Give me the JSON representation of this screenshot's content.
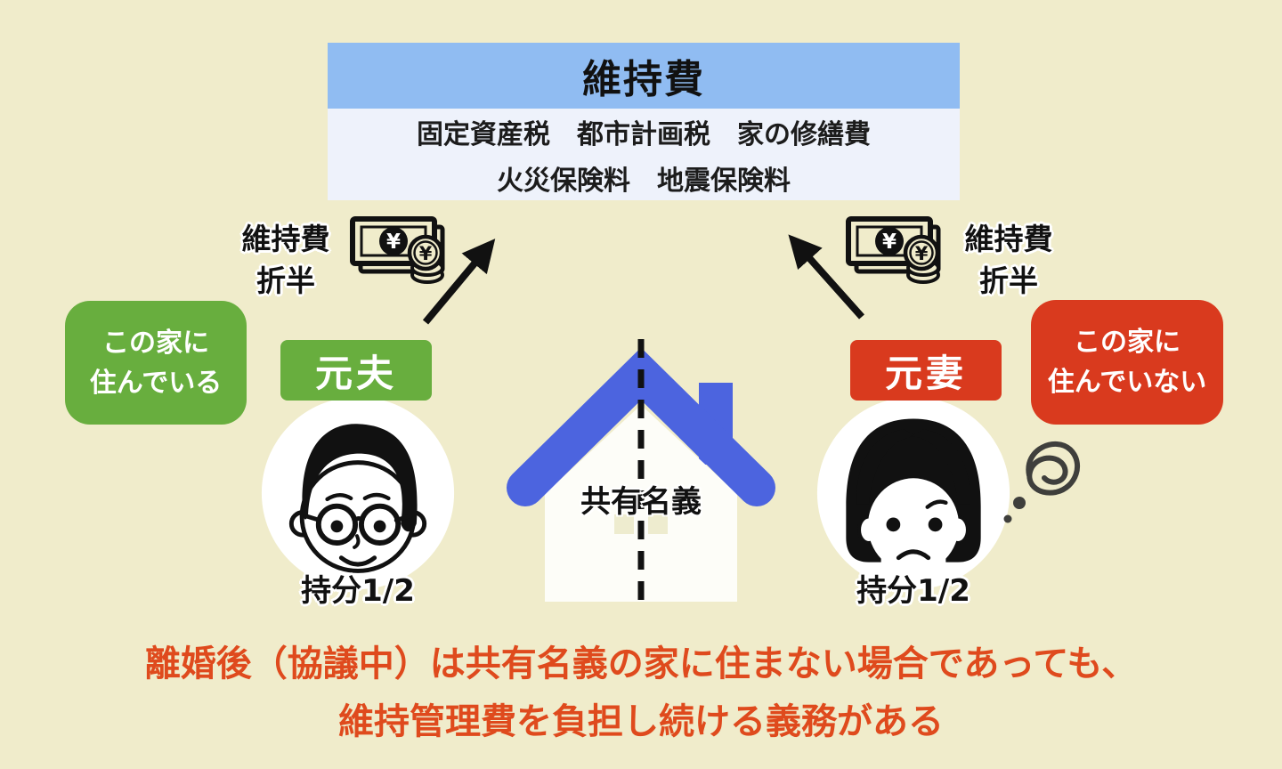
{
  "colors": {
    "background": "#f0eccb",
    "header_band_blue": "#90bcf2",
    "header_body_blue": "#eef2fb",
    "green": "#68ae3e",
    "red": "#d93a1e",
    "roof_blue": "#4c64df",
    "caption_orange": "#df4a1d",
    "ink": "#111111"
  },
  "maintenance_box": {
    "title": "維持費",
    "items_line1": "固定資産税　都市計画税　家の修繕費",
    "items_line2": "火災保険料　地震保険料"
  },
  "left_person": {
    "share_label_line1": "維持費",
    "share_label_line2": "折半",
    "badge_line1": "この家に",
    "badge_line2": "住んでいる",
    "role": "元夫",
    "share": "持分1/2"
  },
  "right_person": {
    "share_label_line1": "維持費",
    "share_label_line2": "折半",
    "badge_line1": "この家に",
    "badge_line2": "住んでいない",
    "role": "元妻",
    "share": "持分1/2"
  },
  "house": {
    "label": "共有名義"
  },
  "caption": {
    "line1": "離婚後（協議中）は共有名義の家に住まない場合であっても、",
    "line2": "維持管理費を負担し続ける義務がある"
  },
  "icons": {
    "money": "banknote-and-yen-coins-icon",
    "arrow": "payment-direction-arrow-icon",
    "scribble": "frustration-scribble-icon",
    "yen_symbol": "¥"
  }
}
